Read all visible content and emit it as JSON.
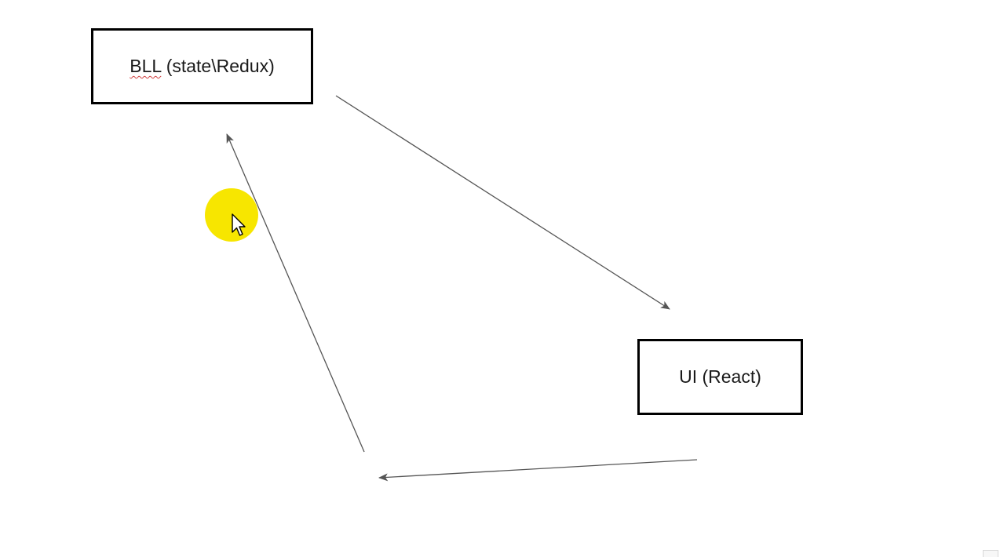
{
  "diagram": {
    "nodes": [
      {
        "id": "bll",
        "label_prefix": "BLL",
        "label_rest": " (state\\Redux)"
      },
      {
        "id": "ui",
        "label": "UI (React)"
      }
    ],
    "edges": [
      {
        "from": "bll",
        "to": "ui"
      },
      {
        "from": "ui",
        "to": "bll"
      }
    ],
    "colors": {
      "box_border": "#000000",
      "arrow": "#555555",
      "cursor_highlight": "#f7e600"
    }
  }
}
